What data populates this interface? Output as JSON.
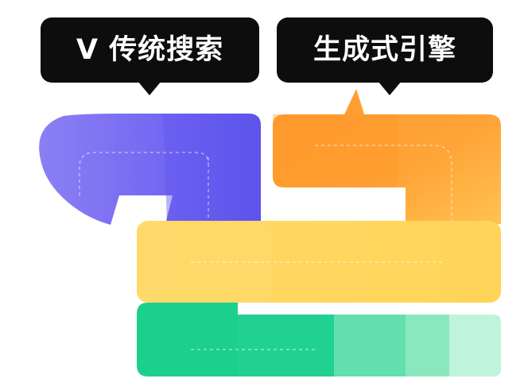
{
  "bubbles": {
    "left": {
      "label": "V 传统搜索"
    },
    "right": {
      "label": "生成式引擎"
    }
  },
  "colors": {
    "bubble_bg": "#0d0d0d",
    "bubble_text": "#ffffff",
    "purple": "#6e63ef",
    "orange": "#ffa033",
    "yellow": "#ffd865",
    "green": "#1dcf8d",
    "dash": "#ffffff"
  },
  "icons": [
    "purple-curved-arrow-icon",
    "orange-curved-arrow-icon",
    "yellow-bar",
    "green-fading-bar"
  ]
}
